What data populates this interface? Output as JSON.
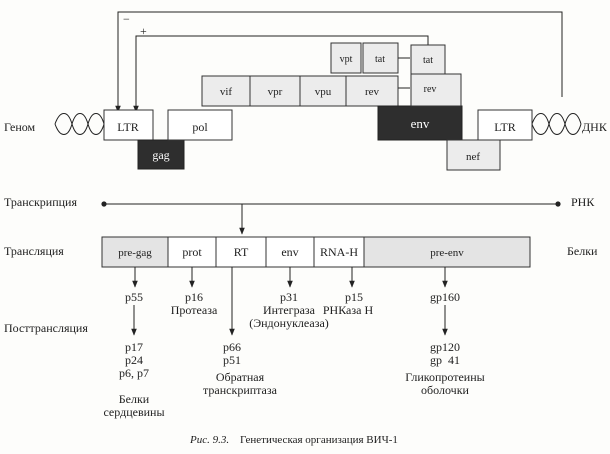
{
  "genome": {
    "label_left": "Геном",
    "label_right": "ДНК",
    "feedback_minus": "−",
    "feedback_plus": "+",
    "genes": {
      "ltr_left": "LTR",
      "gag": "gag",
      "pol": "pol",
      "vif": "vif",
      "vpr": "vpr",
      "vpu": "vpu",
      "rev1": "rev",
      "vpt": "vpt",
      "tat1": "tat",
      "env": "env",
      "tat2": "tat",
      "rev2": "rev",
      "ltr_right": "LTR",
      "nef": "nef"
    }
  },
  "transcription": {
    "label_left": "Транскрипция",
    "label_right": "РНК"
  },
  "translation": {
    "label_left": "Трансляция",
    "label_right": "Белки",
    "segments": {
      "pre_gag": "pre-gag",
      "prot": "prot",
      "rt": "RT",
      "env": "env",
      "rnaseh": "RNA-H",
      "pre_env": "pre-env"
    }
  },
  "proteins": {
    "p55": "p55",
    "p16": "p16",
    "p16_name": "Протеаза",
    "p31": "p31",
    "p31_name1": "Интеграза",
    "p31_name2": "(Эндонуклеаза)",
    "p15": "p15",
    "p15_name": "РНКаза Н",
    "gp160": "gp160"
  },
  "posttranslation": {
    "label_left": "Посттрансляция",
    "gag_products": [
      "p17",
      "p24",
      "p6, p7"
    ],
    "gag_name1": "Белки",
    "gag_name2": "сердцевины",
    "rt_products": [
      "p66",
      "p51"
    ],
    "rt_name1": "Обратная",
    "rt_name2": "транскриптаза",
    "env_products": [
      "gp120",
      "gp  41"
    ],
    "env_name1": "Гликопротеины",
    "env_name2": "оболочки"
  },
  "caption": {
    "figure": "Рис. 9.3.",
    "title": "Генетическая организация ВИЧ-1"
  }
}
